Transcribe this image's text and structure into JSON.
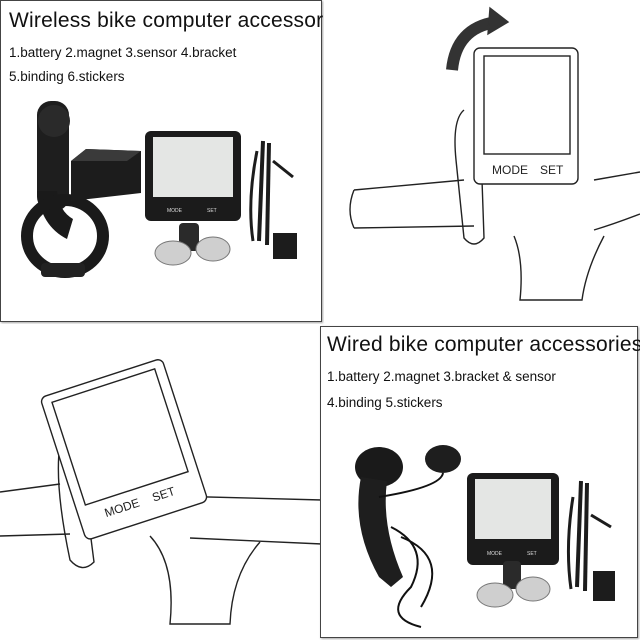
{
  "wireless": {
    "title": "Wireless bike computer accessor",
    "line1": "1.battery  2.magnet  3.sensor  4.bracket",
    "line2": "5.binding  6.stickers"
  },
  "wired": {
    "title": "Wired bike computer accessories",
    "line1": "1.battery  2.magnet  3.bracket & sensor",
    "line2": "4.binding  5.stickers"
  },
  "device_labels": {
    "mode": "MODE",
    "set": "SET"
  },
  "sketch_labels": {
    "mode": "MODE",
    "set": "SET"
  },
  "colors": {
    "device_body": "#1b1b1b",
    "screen": "#e4e6e4",
    "sketch_line": "#222222",
    "frame": "#444444"
  }
}
